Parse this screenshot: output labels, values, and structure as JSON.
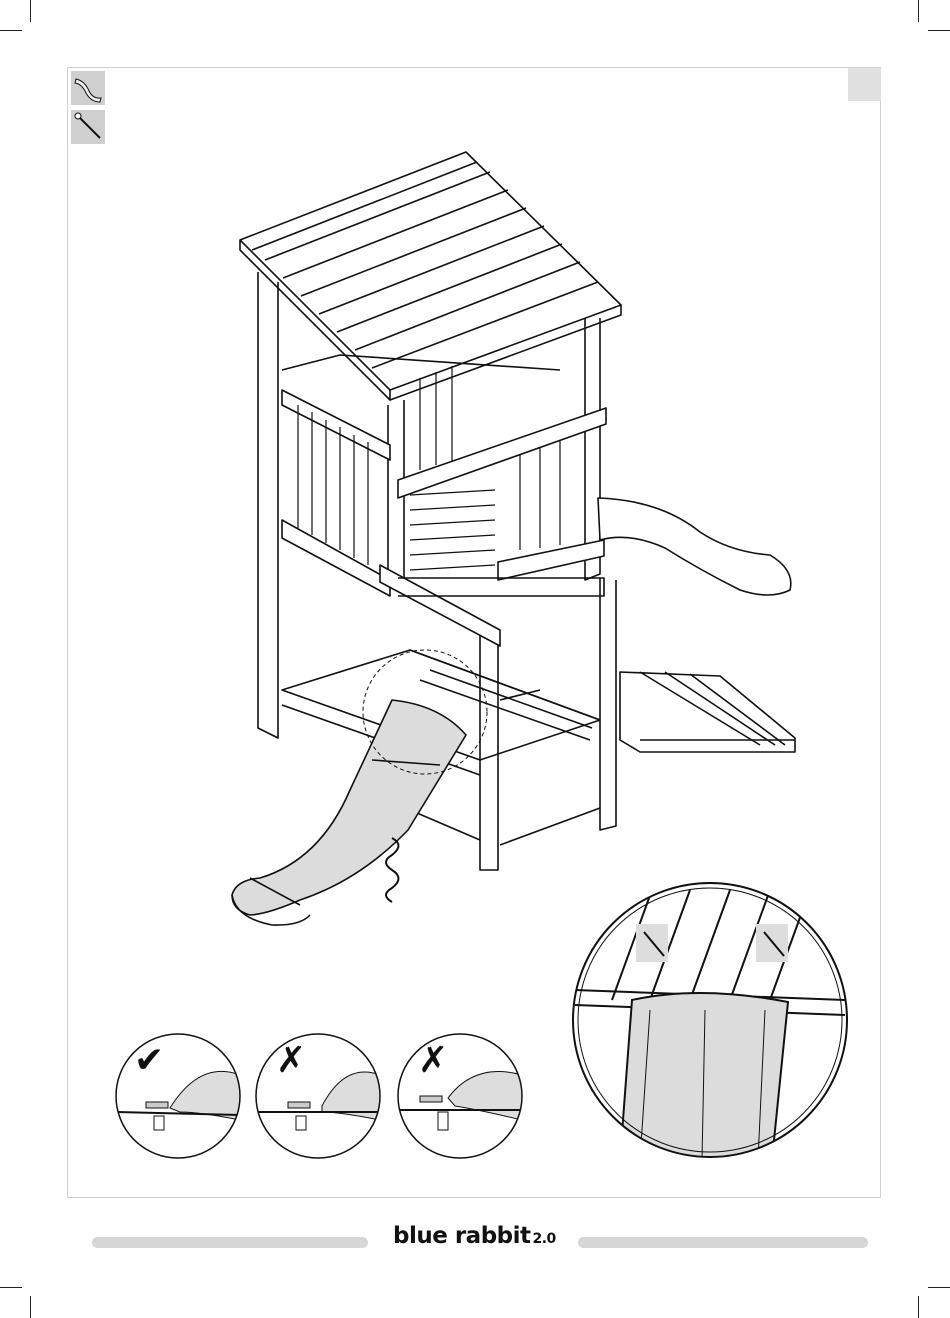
{
  "brand": {
    "name": "blue rabbit",
    "version": "2.0"
  },
  "parts": [
    {
      "icon": "slide-part-icon"
    },
    {
      "icon": "screw-icon"
    }
  ],
  "checks": [
    {
      "mark": "✔",
      "status": "correct"
    },
    {
      "mark": "✗",
      "status": "wrong"
    },
    {
      "mark": "✗",
      "status": "wrong"
    }
  ],
  "colors": {
    "line": "#111111",
    "slide_fill": "#dcdcdc",
    "bar_gray": "#d6d6d6"
  }
}
